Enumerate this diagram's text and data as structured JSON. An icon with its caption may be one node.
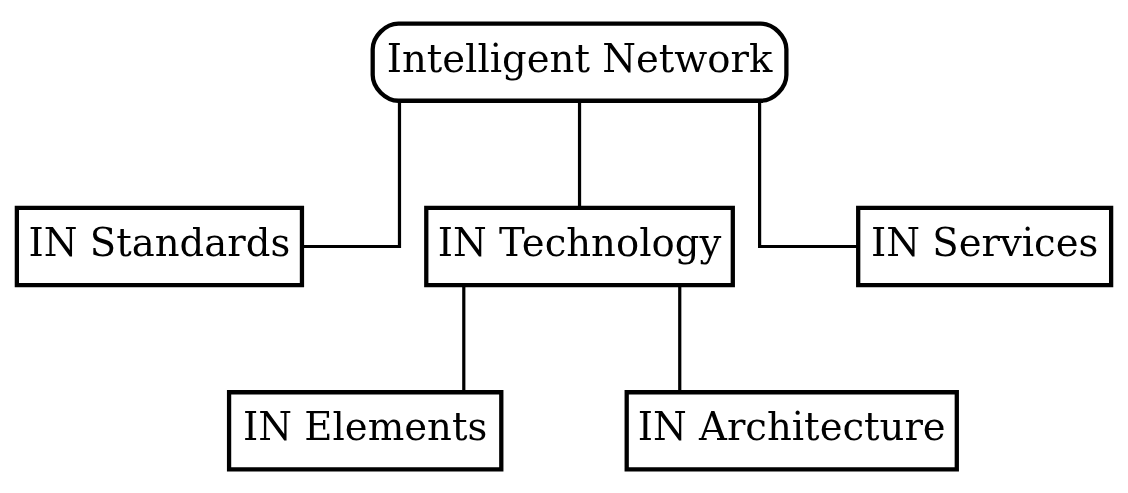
{
  "diagram": {
    "nodes": [
      {
        "text": [
          "Intelligent Network"
        ]
      },
      {
        "text": [
          "IN Standards"
        ]
      },
      {
        "text": [
          "IN Technology"
        ]
      },
      {
        "text": [
          "IN Services"
        ]
      },
      {
        "text": [
          "IN Elements"
        ]
      },
      {
        "text": [
          "IN Architecture"
        ]
      }
    ],
    "edges": [
      {
        "from": 0,
        "to": 1,
        "arrow": "none"
      },
      {
        "from": 0,
        "to": 2,
        "arrow": "none"
      },
      {
        "from": 0,
        "to": 3,
        "arrow": "none"
      },
      {
        "from": 2,
        "to": 4,
        "arrow": "none"
      },
      {
        "from": 2,
        "to": 5,
        "arrow": "none"
      }
    ]
  }
}
